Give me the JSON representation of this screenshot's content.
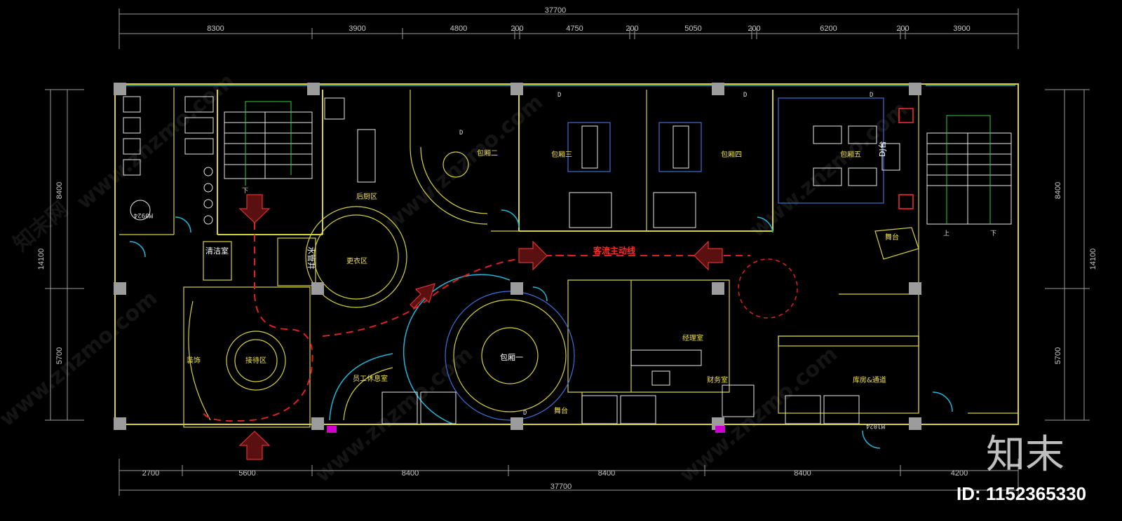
{
  "dimensions": {
    "top_total": "37700",
    "top_segments": [
      "8300",
      "3900",
      "4800",
      "200",
      "4750",
      "200",
      "5050",
      "200",
      "6200",
      "200",
      "3900"
    ],
    "bottom_segments": [
      "2700",
      "5600",
      "8400",
      "8400",
      "8400",
      "4200"
    ],
    "bottom_total": "37700",
    "left_total": "14100",
    "left_segments": [
      "8400",
      "5700"
    ],
    "right_total": "14100",
    "right_segments": [
      "8400",
      "5700"
    ]
  },
  "rooms": {
    "cleaning": "清洁室",
    "water_pipe": "水管井",
    "back_kitchen": "后厨区",
    "changing": "更衣区",
    "private2": "包厢二",
    "private3": "包厢三",
    "private4": "包厢四",
    "private5": "包厢五",
    "dj": "DJ台",
    "stage_right": "舞台",
    "main_flow": "客流主动线",
    "reception": "接待区",
    "decoration": "装饰",
    "staff_rest": "员工休息室",
    "private1": "包厢一",
    "stage_bottom": "舞台",
    "manager": "经理室",
    "finance": "财务室",
    "storage": "库房&通道",
    "door_left": "M0924",
    "door_right": "M1024",
    "stair_down_left": "下",
    "stair_up_right": "上",
    "stair_down_right": "下",
    "door_mark": "D"
  },
  "watermark": {
    "site": "www.znzmo.com",
    "brand_cn": "知末网",
    "logo_text": "知末",
    "id_text": "ID: 1152365330"
  },
  "colors": {
    "wall": "#d8d23a",
    "glass": "#1fb6d8",
    "flow": "#e02020",
    "column": "#9c9c9c",
    "background": "#000000"
  }
}
